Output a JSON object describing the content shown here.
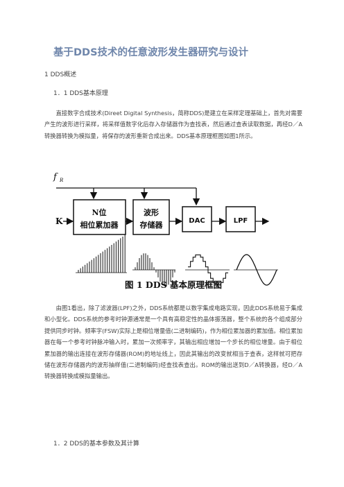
{
  "document": {
    "title": "基于DDS技术的任意波形发生器研究与设计",
    "section1": "1  DDS概述",
    "section1_1": "1．1  DDS基本原理",
    "para1": "直接数字合成技术(Direet Digital Synthesis，简称DDS)是建立在采样定理基础上，首先对需要产生的波形进行采样，将采样值数字化后存入存储器作为查找表，然后通过查表读取数据，再经D／A转换器转换为模拟量，将保存的波形重新合成出来。DDS基本原理框图如图1所示。",
    "para2": "由图1看出，除了滤波器(LPF)之外，DDS系统都是以数字集成电路实现，因此DDS系统易于集成和小型化。DDS系统的参考时钟源通常是一个具有高稳定性的晶体振荡器，整个系统的各个组成部分提供同步时钟。频率字(FSW)实际上是相位增量值(二进制编码)，作为相位累加器的累加值。相位累加器在每一个参考时钟脉冲输入时，累加一次频率字，其输出相应增加一个步长的相位增量。由于相位累加器的输出连接在波形存储器(ROM)的地址线上，因此其输出的改变就相当于查表，这样就可把存储在波形存储器内的波形抽样值(二进制编码)经查找表查出。ROM的输出送到D／A转换器，经D／A转换器转换成模拟量输出。",
    "section1_2": "1．2  DDS的基本参数及其计算"
  },
  "figure": {
    "clock_label": "f",
    "clock_subscript": "R",
    "k_label": "K",
    "accumulator_line1": "N位",
    "accumulator_line2": "相位累加器",
    "rom_line1": "波形",
    "rom_line2": "存储器",
    "dac_label": "DAC",
    "lpf_label": "LPF",
    "caption": "图 1   DDS 基本原理框图"
  }
}
